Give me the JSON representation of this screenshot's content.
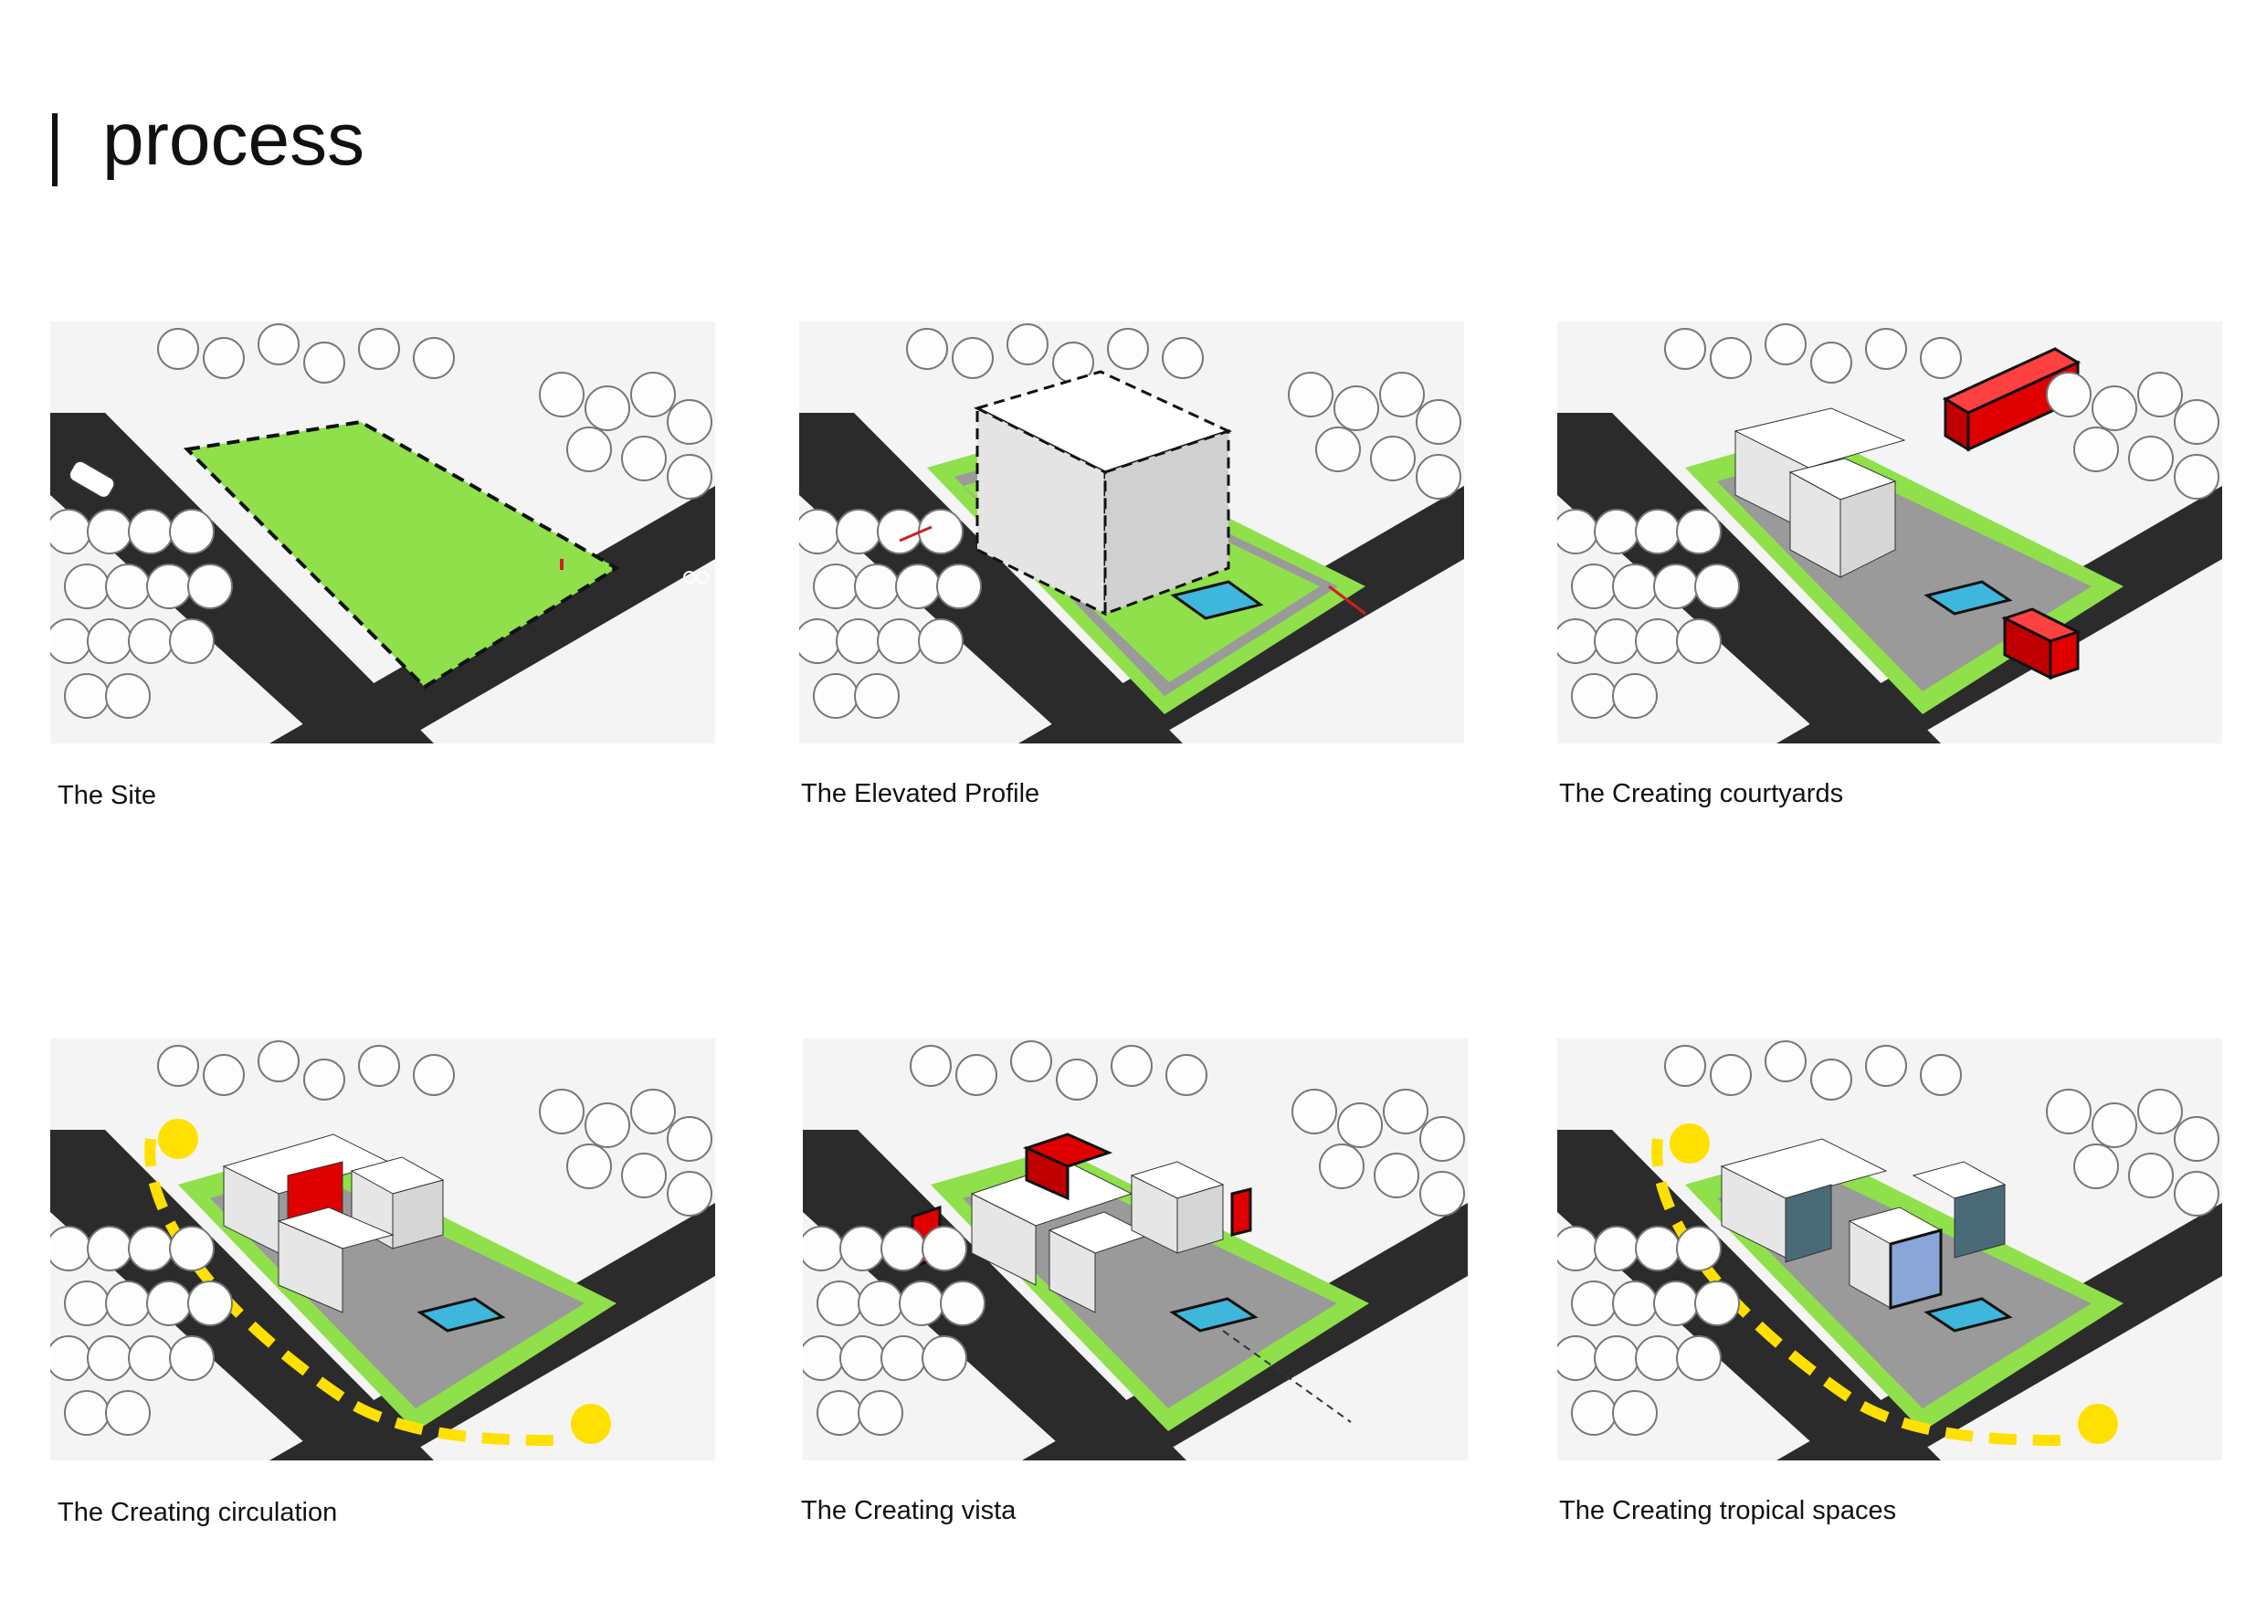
{
  "header": {
    "title": "process"
  },
  "colors": {
    "site_green": "#8fe04a",
    "road": "#2b2b2b",
    "volume_red": "#e00000",
    "pool_blue": "#3fb7dd",
    "circulation_yellow": "#ffe000",
    "glass_blue": "#8aa6d6"
  },
  "panels": [
    {
      "caption": "The Site"
    },
    {
      "caption": "The Elevated Profile"
    },
    {
      "caption": "The Creating courtyards"
    },
    {
      "caption": "The Creating circulation"
    },
    {
      "caption": "The Creating vista"
    },
    {
      "caption": "The Creating tropical spaces"
    }
  ]
}
